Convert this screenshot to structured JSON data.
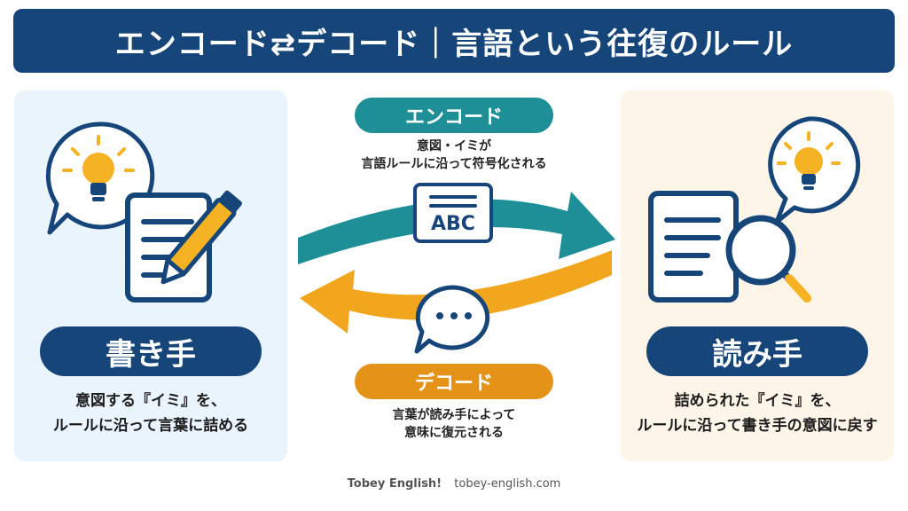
{
  "title": "エンコード⇄デコード｜言語という往復のルール",
  "writer": {
    "label": "書き手",
    "desc_line1": "意図する『イミ』を、",
    "desc_line2": "ルールに沿って言葉に詰める"
  },
  "reader": {
    "label": "読み手",
    "desc_line1": "詰められた『イミ』を、",
    "desc_line2": "ルールに沿って書き手の意図に戻す"
  },
  "encode": {
    "label": "エンコード",
    "desc_line1": "意図・イミが",
    "desc_line2": "言語ルールに沿って符号化される",
    "doc_text": "ABC"
  },
  "decode": {
    "label": "デコード",
    "desc_line1": "言葉が読み手によって",
    "desc_line2": "意味に復元される"
  },
  "footer": {
    "brand": "Tobey English!",
    "url": "tobey-english.com"
  },
  "colors": {
    "navy": "#16457a",
    "teal": "#1f8f97",
    "orange": "#f2a61e",
    "bulb": "#f5b324"
  }
}
